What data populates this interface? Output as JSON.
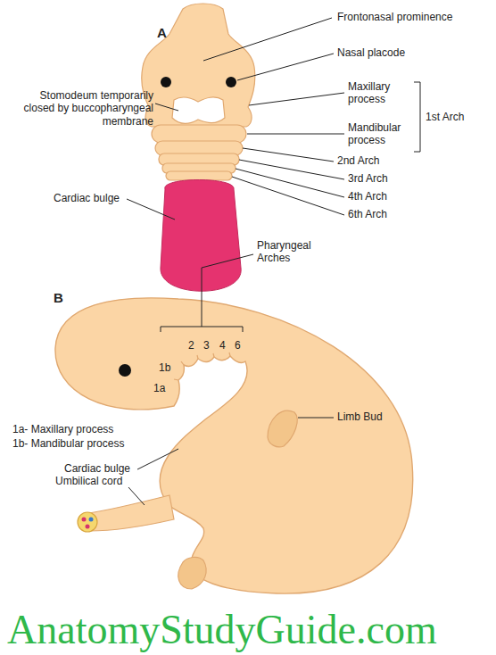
{
  "diagram": {
    "labels": [
      "A",
      "Frontonasal prominence",
      "Nasal placode",
      "Stomodeum temporarily closed by buccopharyngeal membrane",
      "Maxillary process",
      "1st Arch",
      "Mandibular process",
      "2nd Arch",
      "Cardiac bulge",
      "3rd Arch",
      "4th Arch",
      "6th Arch",
      "B",
      "Pharyngeal Arches",
      "2",
      "3",
      "4",
      "6",
      "1b",
      "1a",
      "1a- Maxillary process",
      "1b- Mandibular process",
      "Cardiac bulge",
      "Umbilical cord",
      "Limb Bud",
      "AnatomyStudyGuide.com"
    ]
  }
}
